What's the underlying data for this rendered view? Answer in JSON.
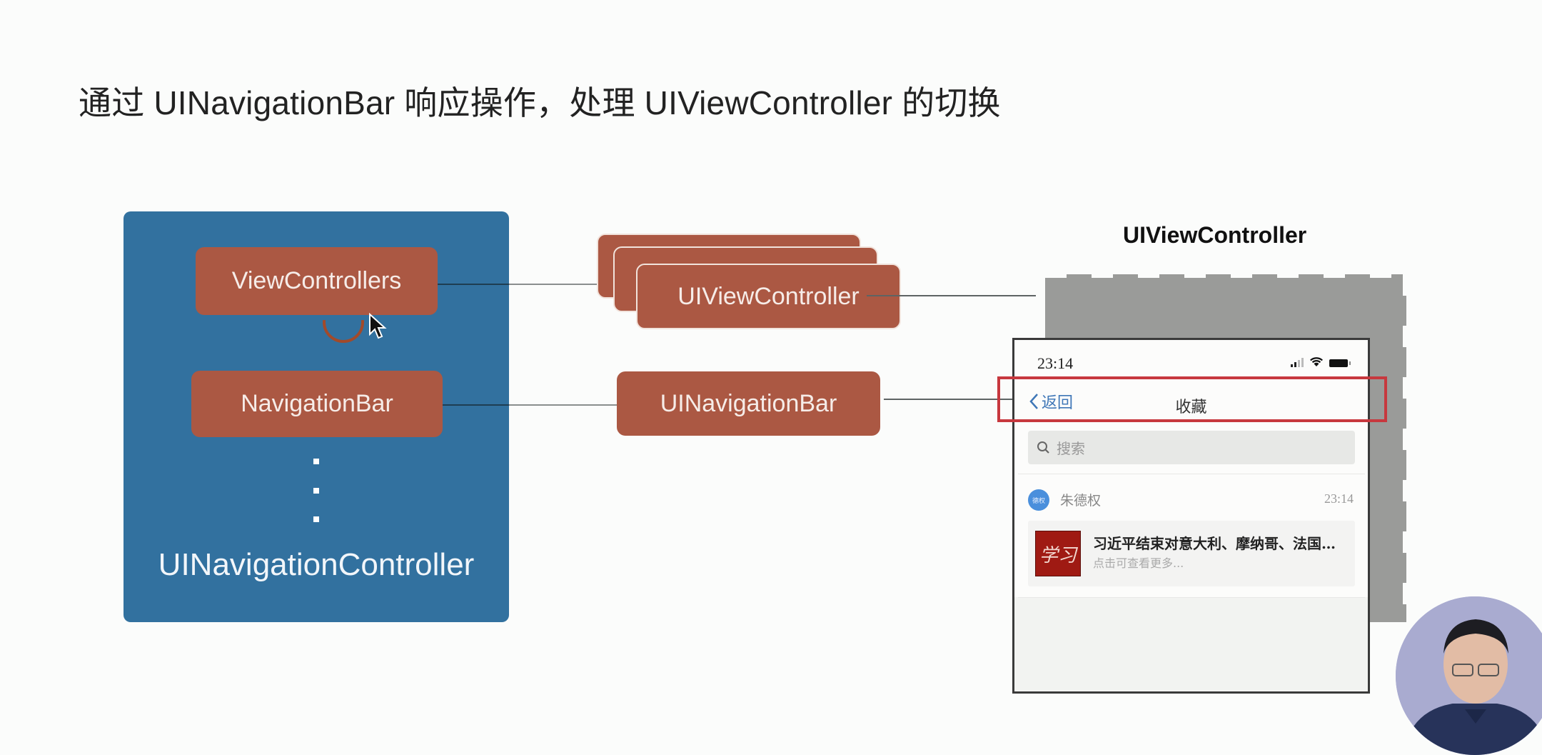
{
  "slide": {
    "title": "通过 UINavigationBar 响应操作，处理 UIViewController 的切换"
  },
  "diagram": {
    "container_label": "UINavigationController",
    "container_items": [
      "ViewControllers",
      "NavigationBar"
    ],
    "ellipsis": "⋮",
    "view_controller_stack": {
      "label": "UIViewController",
      "stack_count": 3
    },
    "navigation_bar_box": "UINavigationBar",
    "vc_heading": "UIViewController",
    "colors": {
      "container": "#32719f",
      "item": "#ab5843",
      "highlight_frame": "#c7383e",
      "vc_backdrop": "#9a9b99"
    }
  },
  "phone": {
    "status": {
      "time": "23:14",
      "signal_bars_active": 2,
      "signal_bars_total": 4,
      "icons": [
        "signal-icon",
        "wifi-icon",
        "battery-icon"
      ]
    },
    "navbar": {
      "back_label": "返回",
      "title": "收藏"
    },
    "search": {
      "placeholder": "搜索"
    },
    "favorites": [
      {
        "avatar_text": "德权",
        "sender": "朱德权",
        "time": "23:14",
        "card_thumb_text": "学习",
        "card_title": "习近平结束对意大利、摩纳哥、法国…",
        "card_subtitle": "点击可查看更多..."
      }
    ]
  }
}
